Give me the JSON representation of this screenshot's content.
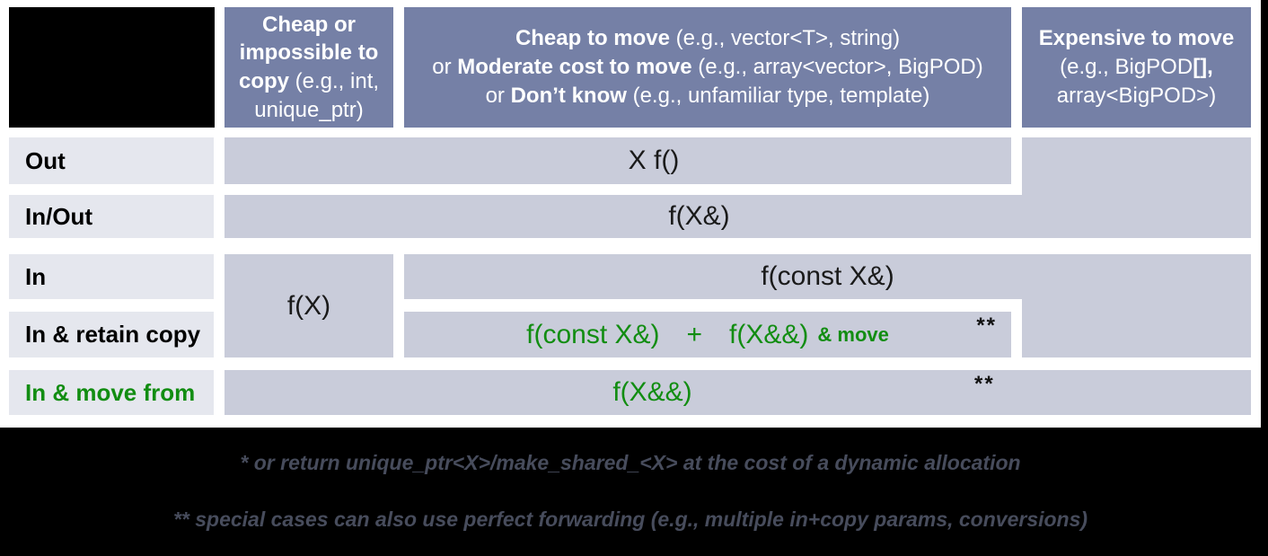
{
  "colors": {
    "header_bg": "#7580a6",
    "cell_bg": "#c9ccda",
    "row_label_bg": "#e5e7ee",
    "green_accent": "#128d12",
    "footnote_text": "#474c5c",
    "slide_bg": "#000000"
  },
  "headers": {
    "col_cheap_copy": {
      "bold": "Cheap or impossible to copy",
      "rest": " (e.g., int, unique_ptr)"
    },
    "col_cheap_move": {
      "line1_bold": "Cheap to move",
      "line1_rest": " (e.g., vector<T>, string)",
      "line2_pre": "or ",
      "line2_bold": "Moderate cost to move",
      "line2_rest": " (e.g., array<vector>, BigPOD)",
      "line3_pre": "or ",
      "line3_bold": "Don’t know",
      "line3_rest": " (e.g., unfamiliar type, template)"
    },
    "col_expensive_move": {
      "line1_bold": "Expensive to move",
      "line2_reg": "(e.g., BigPOD",
      "line2_bold": "[],",
      "line3_reg": "array<BigPOD>)"
    }
  },
  "row_labels": {
    "out": "Out",
    "in_out": "In/Out",
    "in": "In",
    "in_retain_copy": "In & retain copy",
    "in_move_from": "In & move from"
  },
  "cells": {
    "out_value": "X f()",
    "in_out_value": "f(X&)",
    "cheap_copy_value": "f(X)",
    "in_value": "f(const X&)",
    "retain_part1": "f(const X&)",
    "retain_plus": "+",
    "retain_part2": "f(X&&)",
    "retain_suffix": "& move",
    "move_from_value": "f(X&&)",
    "double_star": "**"
  },
  "footnotes": {
    "line1": "* or return unique_ptr<X>/make_shared_<X> at the cost of a dynamic allocation",
    "line2": "** special cases can also use perfect forwarding (e.g., multiple in+copy params, conversions)"
  }
}
